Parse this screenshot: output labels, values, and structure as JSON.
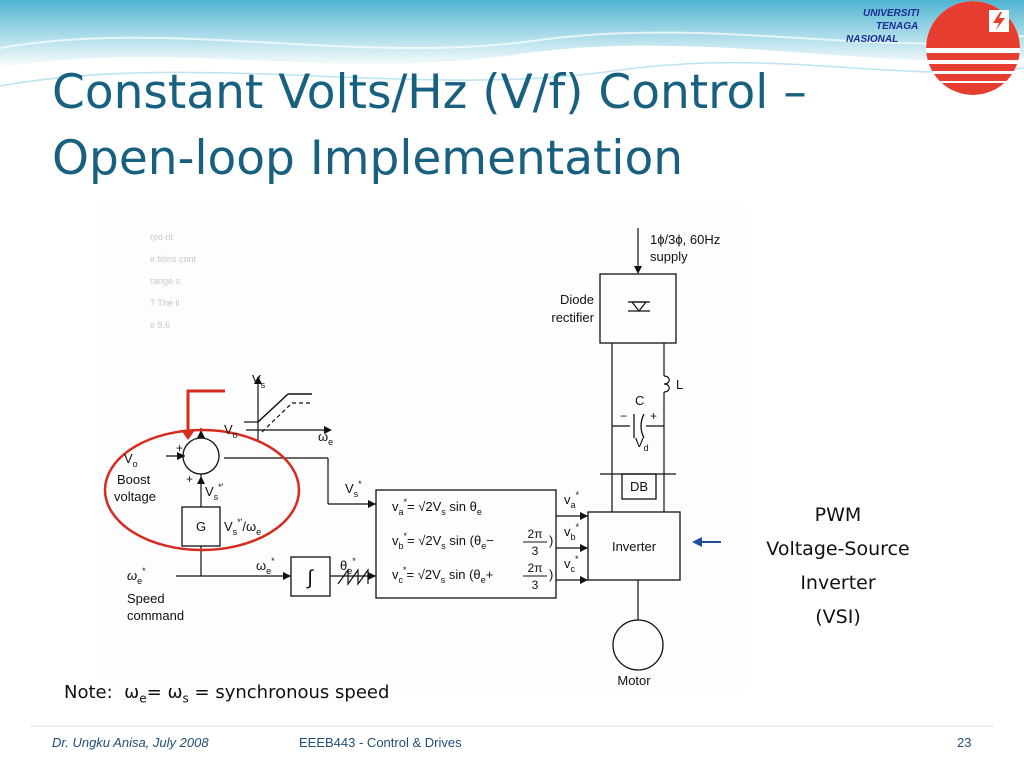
{
  "slide": {
    "title_line1": "Constant Volts/Hz (V/f) Control –",
    "title_line2": "Open-loop Implementation",
    "logo": {
      "line1": "UNIVERSITI",
      "line2": "TENAGA",
      "line3": "NASIONAL"
    },
    "vsi_label": {
      "line1": "PWM",
      "line2": "Voltage-Source",
      "line3": "Inverter",
      "line4": "(VSI)"
    },
    "note": {
      "prefix": "Note:",
      "omega": "ω",
      "sub_e": "e",
      "eq": "=",
      "sub_s": "s",
      "suffix": "= synchronous speed"
    },
    "footer": {
      "author": "Dr. Ungku Anisa, July 2008",
      "course": "EEEB443 - Control & Drives",
      "page": "23"
    }
  },
  "diagram": {
    "supply": {
      "line1": "1ϕ/3ϕ, 60Hz",
      "line2": "supply"
    },
    "rectifier": {
      "line1": "Diode",
      "line2": "rectifier"
    },
    "inductor": "L",
    "capacitor": "C",
    "dc_voltage": {
      "main": "V",
      "sub": "d"
    },
    "db": "DB",
    "inverter": "Inverter",
    "motor": "Motor",
    "boost": {
      "line1": "Boost",
      "line2": "voltage"
    },
    "v0": {
      "main": "V",
      "sub": "o"
    },
    "vs_axis": {
      "main": "V",
      "sub": "s"
    },
    "we_axis": {
      "main": "ω",
      "sub": "e"
    },
    "plus": "+",
    "gain": "G",
    "vs_star_prime": {
      "main": "V",
      "sub": "s",
      "sup": "*′"
    },
    "gain_label": {
      "main": "V",
      "sub": "s",
      "sup": "*′",
      "tail": "/ω",
      "tail_sub": "e"
    },
    "vs_star": {
      "main": "V",
      "sub": "s",
      "sup": "*"
    },
    "speed_command": {
      "main": "ω",
      "sub": "e",
      "sup": "*",
      "line1": "Speed",
      "line2": "command"
    },
    "we_star": {
      "main": "ω",
      "sub": "e",
      "sup": "*"
    },
    "integrator": "∫",
    "theta_star": {
      "main": "θ",
      "sub": "e",
      "sup": "*"
    },
    "eq_a": {
      "lhs": "v",
      "sub": "a",
      "sup": "*",
      "rhs": "= √2V",
      "rhs_sub": "s",
      "tail": " sin θ",
      "tail_sub": "e"
    },
    "eq_b": {
      "lhs": "v",
      "sub": "b",
      "sup": "*",
      "rhs": "= √2V",
      "rhs_sub": "s",
      "tail": " sin (θ",
      "tail_sub": "e",
      "minus": "−",
      "num": "2π",
      "den": "3",
      "close": ")"
    },
    "eq_c": {
      "lhs": "v",
      "sub": "c",
      "sup": "*",
      "rhs": "= √2V",
      "rhs_sub": "s",
      "tail": " sin (θ",
      "tail_sub": "e",
      "minus": "+",
      "num": "2π",
      "den": "3",
      "close": ")"
    },
    "out_a": {
      "main": "v",
      "sub": "a",
      "sup": "*"
    },
    "out_b": {
      "main": "v",
      "sub": "b",
      "sup": "*"
    },
    "out_c": {
      "main": "v",
      "sub": "c",
      "sup": "*"
    }
  }
}
